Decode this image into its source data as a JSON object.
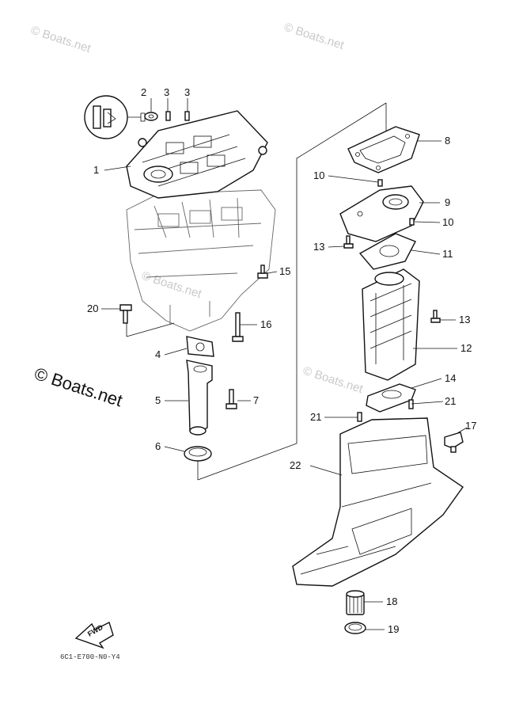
{
  "watermarks": [
    "© Boats.net",
    "© Boats.net",
    "© Boats.net",
    "© Boats.net"
  ],
  "brand_mark": "© Boats.net",
  "fwd_label": "FWD",
  "diagram_code": "6C1-E700-N0-Y4",
  "callouts": {
    "p1": "1",
    "p2": "2",
    "p3a": "3",
    "p3b": "3",
    "p4": "4",
    "p5": "5",
    "p6": "6",
    "p7": "7",
    "p8": "8",
    "p9": "9",
    "p10a": "10",
    "p10b": "10",
    "p11": "11",
    "p12": "12",
    "p13a": "13",
    "p13b": "13",
    "p14": "14",
    "p15": "15",
    "p16": "16",
    "p17": "17",
    "p18": "18",
    "p19": "19",
    "p20": "20",
    "p21a": "21",
    "p21b": "21",
    "p22": "22"
  }
}
